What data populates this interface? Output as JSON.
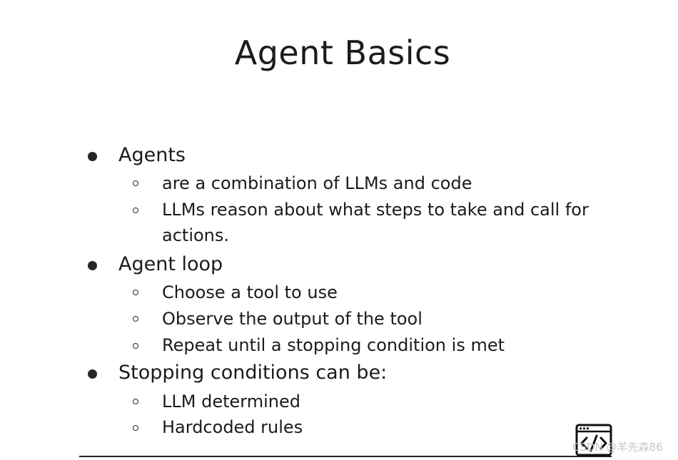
{
  "slide": {
    "title": "Agent Basics",
    "bullets": [
      {
        "text": "Agents",
        "subitems": [
          "are a combination of LLMs and code",
          "LLMs reason about what steps to take and call for actions."
        ]
      },
      {
        "text": "Agent loop",
        "subitems": [
          "Choose a tool to use",
          "Observe the output of the tool",
          "Repeat until a stopping condition is met"
        ]
      },
      {
        "text": "Stopping conditions can be:",
        "subitems": [
          "LLM determined",
          "Hardcoded rules"
        ]
      }
    ]
  },
  "overlay": {
    "logo_icon": "code-window-icon",
    "watermark": "CSDN @羊先森86"
  }
}
